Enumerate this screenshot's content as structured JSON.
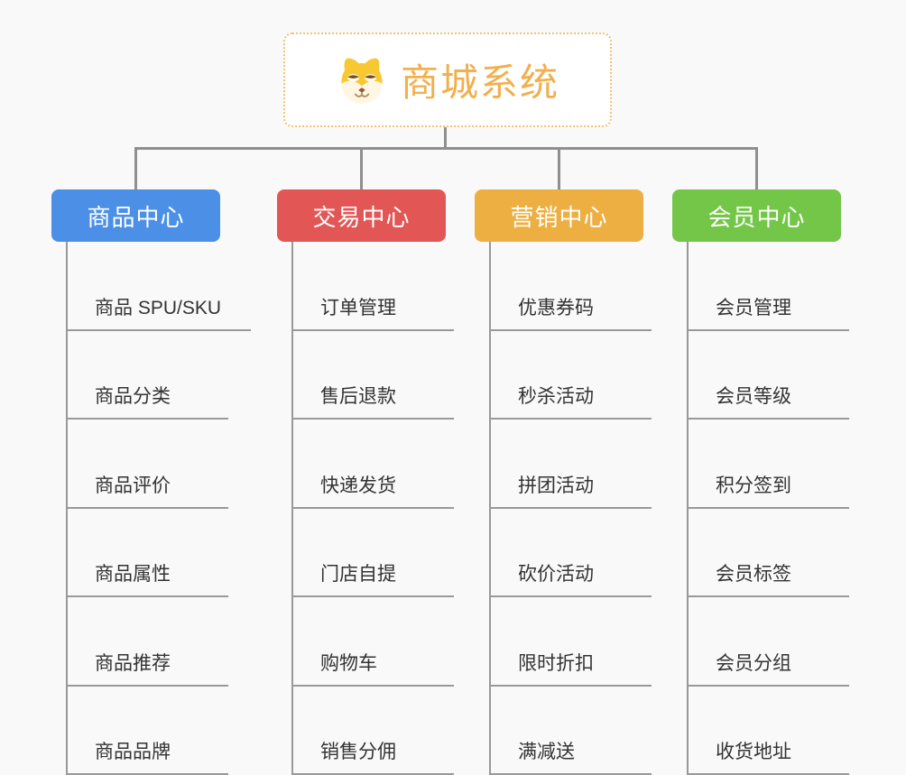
{
  "root": {
    "title": "商城系统",
    "icon": "dog-face-icon",
    "text_color": "#F2AF4D",
    "border_color": "#F3C170",
    "background": "#FFFFFF"
  },
  "canvas_background": "#F9F9F9",
  "connector_color": "#8F8F8F",
  "list_line_color": "#999999",
  "item_text_color": "#333333",
  "branches": [
    {
      "id": "product-center",
      "label": "商品中心",
      "color": "#4B90E6",
      "items": [
        "商品 SPU/SKU",
        "商品分类",
        "商品评价",
        "商品属性",
        "商品推荐",
        "商品品牌"
      ]
    },
    {
      "id": "trade-center",
      "label": "交易中心",
      "color": "#E25755",
      "items": [
        "订单管理",
        "售后退款",
        "快递发货",
        "门店自提",
        "购物车",
        "销售分佣"
      ]
    },
    {
      "id": "marketing-center",
      "label": "营销中心",
      "color": "#EDAF41",
      "items": [
        "优惠券码",
        "秒杀活动",
        "拼团活动",
        "砍价活动",
        "限时折扣",
        "满减送"
      ]
    },
    {
      "id": "member-center",
      "label": "会员中心",
      "color": "#73C648",
      "items": [
        "会员管理",
        "会员等级",
        "积分签到",
        "会员标签",
        "会员分组",
        "收货地址"
      ]
    }
  ]
}
